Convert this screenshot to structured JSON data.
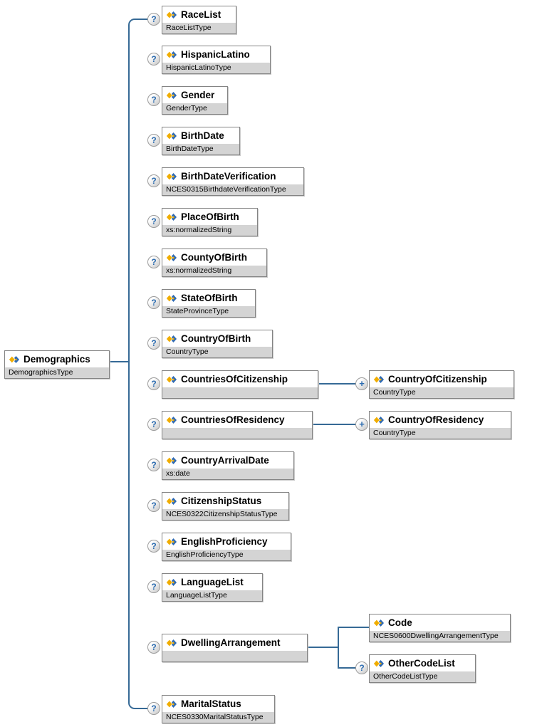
{
  "tree": {
    "root": {
      "label": "Demographics",
      "type": "DemographicsType"
    },
    "children": [
      {
        "label": "RaceList",
        "type": "RaceListType"
      },
      {
        "label": "HispanicLatino",
        "type": "HispanicLatinoType"
      },
      {
        "label": "Gender",
        "type": "GenderType"
      },
      {
        "label": "BirthDate",
        "type": "BirthDateType"
      },
      {
        "label": "BirthDateVerification",
        "type": "NCES0315BirthdateVerificationType"
      },
      {
        "label": "PlaceOfBirth",
        "type": "xs:normalizedString"
      },
      {
        "label": "CountyOfBirth",
        "type": "xs:normalizedString"
      },
      {
        "label": "StateOfBirth",
        "type": "StateProvinceType"
      },
      {
        "label": "CountryOfBirth",
        "type": "CountryType"
      },
      {
        "label": "CountriesOfCitizenship",
        "type": ""
      },
      {
        "label": "CountriesOfResidency",
        "type": ""
      },
      {
        "label": "CountryArrivalDate",
        "type": "xs:date"
      },
      {
        "label": "CitizenshipStatus",
        "type": "NCES0322CitizenshipStatusType"
      },
      {
        "label": "EnglishProficiency",
        "type": "EnglishProficiencyType"
      },
      {
        "label": "LanguageList",
        "type": "LanguageListType"
      },
      {
        "label": "DwellingArrangement",
        "type": ""
      },
      {
        "label": "MaritalStatus",
        "type": "NCES0330MaritalStatusType"
      }
    ],
    "grandchildren": [
      {
        "parent": "CountriesOfCitizenship",
        "label": "CountryOfCitizenship",
        "type": "CountryType"
      },
      {
        "parent": "CountriesOfResidency",
        "label": "CountryOfResidency",
        "type": "CountryType"
      },
      {
        "parent": "DwellingArrangement",
        "label": "Code",
        "type": "NCES0600DwellingArrangementType"
      },
      {
        "parent": "DwellingArrangement",
        "label": "OtherCodeList",
        "type": "OtherCodeListType"
      }
    ]
  },
  "indicators": {
    "optional": "?",
    "repeatable": "+"
  },
  "colors": {
    "connector": "#366a96",
    "box_border": "#848484",
    "type_row_bg": "#d4d4d4",
    "indicator_glyph": "#2c6cb0",
    "icon_gold": "#f0ad00",
    "icon_blue": "#2d69b4"
  }
}
